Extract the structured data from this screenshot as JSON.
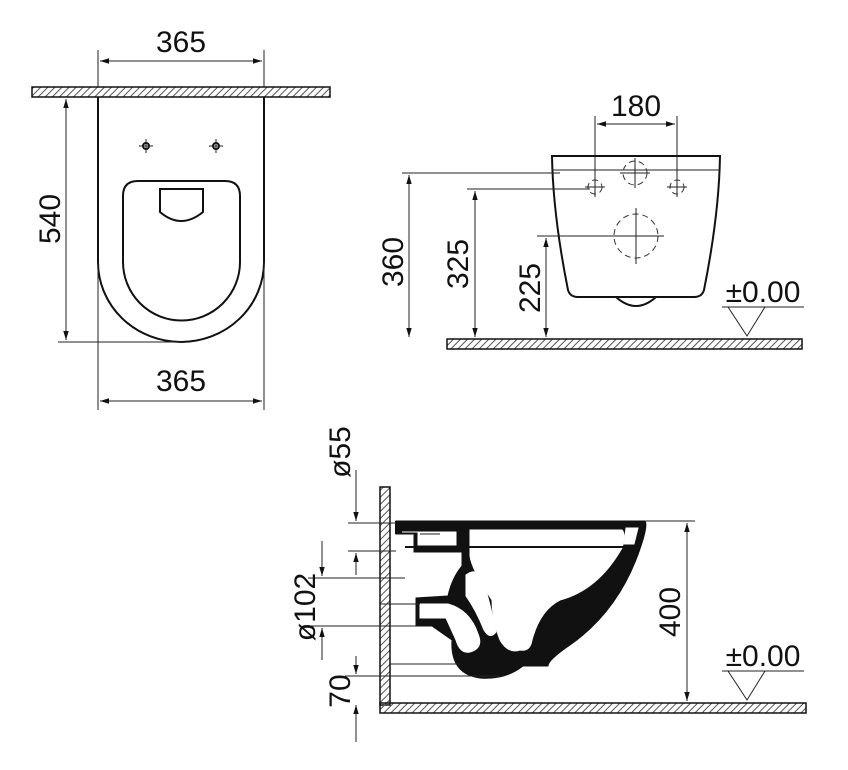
{
  "top_view": {
    "width_top": "365",
    "width_bottom": "365",
    "depth": "540"
  },
  "front_view": {
    "hole_spacing": "180",
    "height_total": "360",
    "height_fix": "325",
    "height_outlet": "225",
    "floor_level": "±0.00"
  },
  "side_view": {
    "diameter_inlet": "ø55",
    "diameter_outlet": "ø102",
    "height_bowl": "400",
    "outlet_offset": "70",
    "floor_level": "±0.00"
  },
  "colors": {
    "line": "#111111",
    "hatch": "#555555",
    "background": "#ffffff"
  }
}
